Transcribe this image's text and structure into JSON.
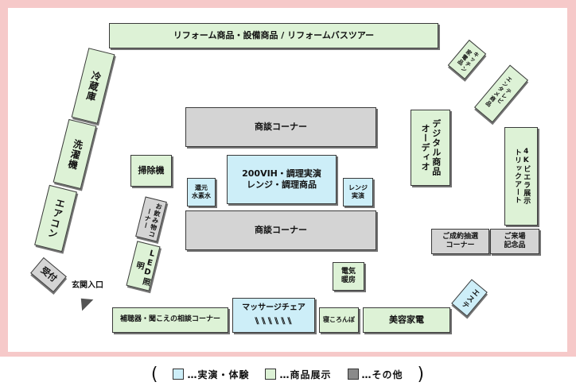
{
  "booths": {
    "reform": "リフォーム商品・設備商品 / リフォームバスツアー",
    "fridge": "冷蔵庫",
    "washer": "洗濯機",
    "aircon": "エアコン",
    "reception": "受付",
    "entrance": "玄関入口",
    "vacuum": "掃除機",
    "drink": "お飲み物コーナー",
    "led": "LED照明",
    "meeting_top": "商談コーナー",
    "meeting_bottom": "商談コーナー",
    "demo_main": "200VIH・調理実演\nレンジ・調理商品",
    "hydrogen": "還元\n水素水",
    "range_demo": "レンジ\n実演",
    "digital": "デジタル商品\nオーディオ",
    "kitchen": "キッチン\n家電品",
    "tv_ent": "テレビ\nエンタメ商品",
    "4k": "4Kビエラ展示\nトリックアート",
    "lottery": "ご成約抽選\nコーナー",
    "gift": "ご来場\n記念品",
    "heating": "電気\n暖房",
    "hearing": "補聴器・聞こえの相談コーナー",
    "massage": "マッサージチェア",
    "bedding": "寝ころんぼ",
    "beauty": "美容家電",
    "este": "エステ"
  },
  "legend": {
    "demo": "…実演・体験",
    "product": "…商品展示",
    "other": "…その他"
  },
  "colors": {
    "demo": "#cdeef8",
    "product": "#ddf2d6",
    "other": "#d4d4d4",
    "floor": "#f6c9c9"
  }
}
